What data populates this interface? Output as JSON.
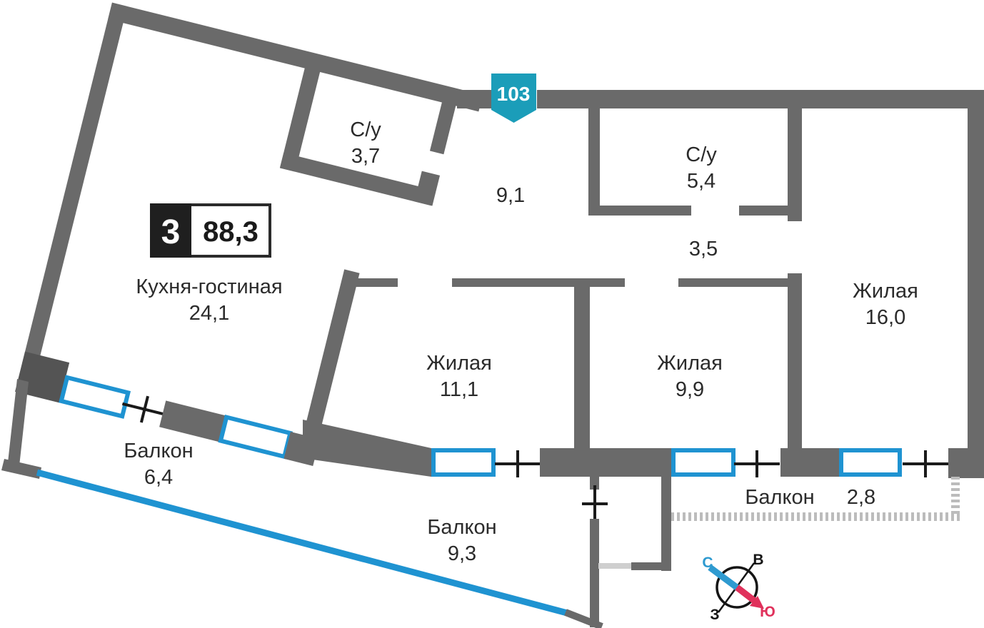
{
  "plan": {
    "unit_badge": {
      "rooms_count": "3",
      "total_area": "88,3"
    },
    "number_badge": {
      "number": "103"
    },
    "labels": {
      "kitchen": {
        "name": "Кухня-гостиная",
        "area": "24,1"
      },
      "bath_small": {
        "name": "С/у",
        "area": "3,7"
      },
      "hall": {
        "area": "9,1"
      },
      "bath_big": {
        "name": "С/у",
        "area": "5,4"
      },
      "corridor": {
        "area": "3,5"
      },
      "living16": {
        "name": "Жилая",
        "area": "16,0"
      },
      "living11": {
        "name": "Жилая",
        "area": "11,1"
      },
      "living9": {
        "name": "Жилая",
        "area": "9,9"
      },
      "balcony6": {
        "name": "Балкон",
        "area": "6,4"
      },
      "balcony9": {
        "name": "Балкон",
        "area": "9,3"
      },
      "balcony2": {
        "name": "Балкон",
        "area": "2,8"
      }
    },
    "compass": {
      "north": "С",
      "east": "В",
      "west": "З",
      "south": "Ю"
    },
    "colors": {
      "wall": "#6a6a6a",
      "wall_dark": "#545454",
      "window_frame": "#1f93d1",
      "badge_teal": "#1b9db9",
      "text": "#2b2b2b",
      "compass_north": "#2e9ad0",
      "compass_south": "#e0315b",
      "railing": "#bcbcbc"
    }
  }
}
